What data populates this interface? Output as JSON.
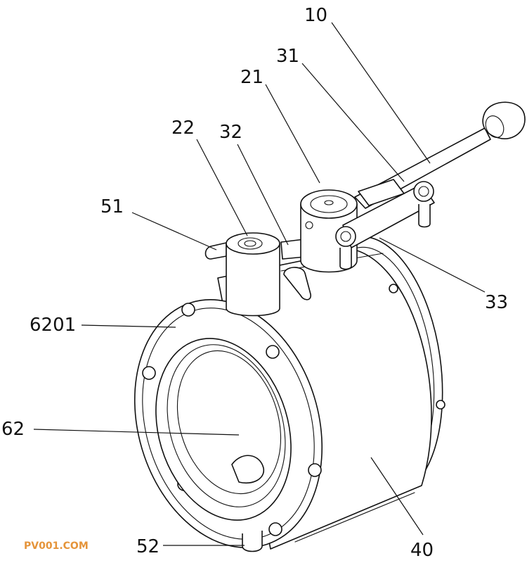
{
  "labels": {
    "l10": "10",
    "l31": "31",
    "l21": "21",
    "l22": "22",
    "l32": "32",
    "l51": "51",
    "l33": "33",
    "l6201": "6201",
    "l62": "62",
    "l52": "52",
    "l40": "40"
  },
  "watermark": "PV001.COM",
  "colors": {
    "line": "#111111",
    "watermark": "#e5943a",
    "background": "#ffffff"
  }
}
